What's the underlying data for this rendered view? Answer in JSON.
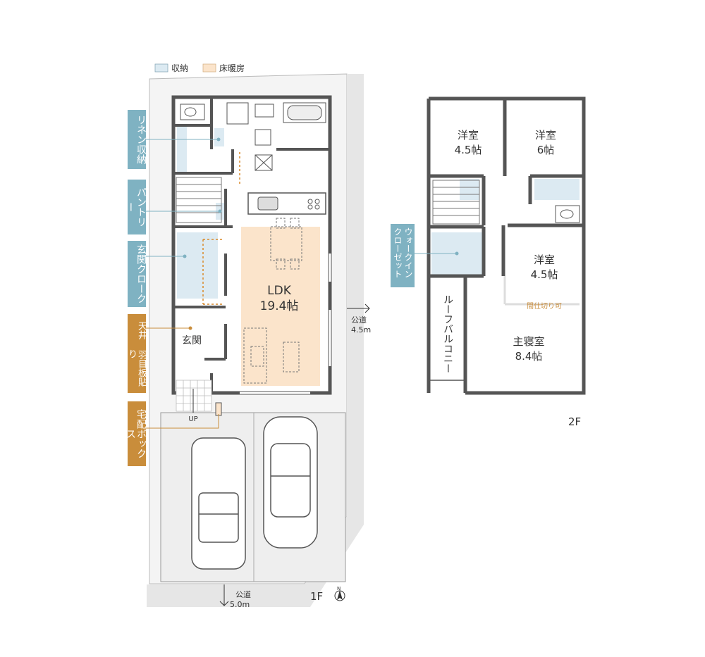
{
  "legend": {
    "storage": {
      "label": "収納",
      "color": "#dceaf2"
    },
    "floor_heating": {
      "label": "床暖房",
      "color": "#fbe4cb"
    }
  },
  "callouts": [
    {
      "id": "linen",
      "label": "リネン収納",
      "theme": "blue"
    },
    {
      "id": "pantry",
      "label": "パントリー",
      "theme": "blue"
    },
    {
      "id": "cloak",
      "label": "玄関クローク",
      "theme": "blue"
    },
    {
      "id": "ceiling",
      "label": "天井 羽目板貼り",
      "theme": "orange"
    },
    {
      "id": "delivery",
      "label": "宅配ボックス",
      "theme": "orange"
    },
    {
      "id": "walkin",
      "label": "ウォークインクローゼット",
      "theme": "blue"
    }
  ],
  "floor1": {
    "ldk_name": "LDK",
    "ldk_size": "19.4帖",
    "entrance": "玄関",
    "up": "UP",
    "label": "1F",
    "road_east": {
      "line1": "公道",
      "line2": "4.5m"
    },
    "road_south": {
      "line1": "公道",
      "line2": "5.0m"
    }
  },
  "floor2": {
    "room_nw": {
      "name": "洋室",
      "size": "4.5帖"
    },
    "room_ne": {
      "name": "洋室",
      "size": "6帖"
    },
    "room_e": {
      "name": "洋室",
      "size": "4.5帖"
    },
    "partition_note": "間仕切り可",
    "master": {
      "name": "主寝室",
      "size": "8.4帖"
    },
    "roof_balcony": "ルーフバルコニー",
    "label": "2F"
  },
  "compass": "N",
  "colors": {
    "wall": "#555555",
    "storage": "#dceaf2",
    "heating": "#fbe4cb",
    "blue_tag": "#7fb2c2",
    "orange_tag": "#c98d3b",
    "note": "#c98d3b",
    "ground": "#f3f3f3"
  }
}
